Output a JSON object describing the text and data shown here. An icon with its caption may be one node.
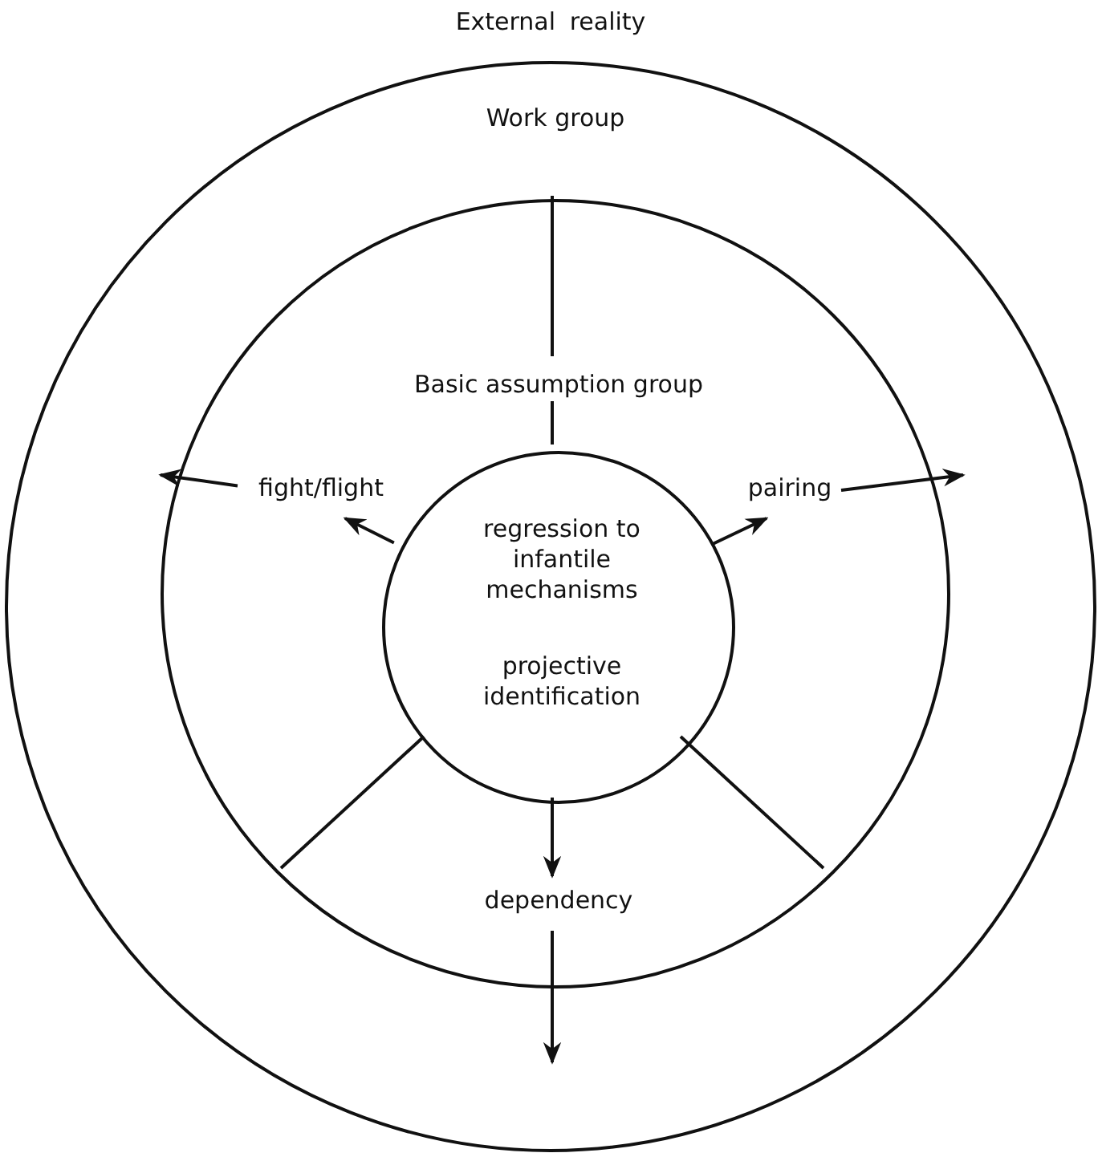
{
  "diagram": {
    "nodes": [
      {
        "text": [
          "Work group"
        ]
      },
      {
        "text": [
          "Basic assumption group"
        ],
        "in": 0
      },
      {
        "text": [
          "regression to infantile mechanisms",
          "projective identification"
        ],
        "in": 1
      },
      {
        "text": [
          "fight/flight"
        ],
        "in": 1
      },
      {
        "text": [
          "pairing"
        ],
        "in": 1
      },
      {
        "text": [
          "dependency"
        ],
        "in": 1
      }
    ],
    "edges": [
      {
        "from": 2,
        "to": 3,
        "arrow": "to"
      },
      {
        "from": 3,
        "to": null,
        "arrow": "to"
      },
      {
        "from": 2,
        "to": 4,
        "arrow": "to"
      },
      {
        "from": 4,
        "to": null,
        "arrow": "to"
      },
      {
        "from": 2,
        "to": 5,
        "arrow": "to"
      },
      {
        "from": 5,
        "to": null,
        "arrow": "to"
      }
    ],
    "labels": [
      "External reality"
    ]
  }
}
